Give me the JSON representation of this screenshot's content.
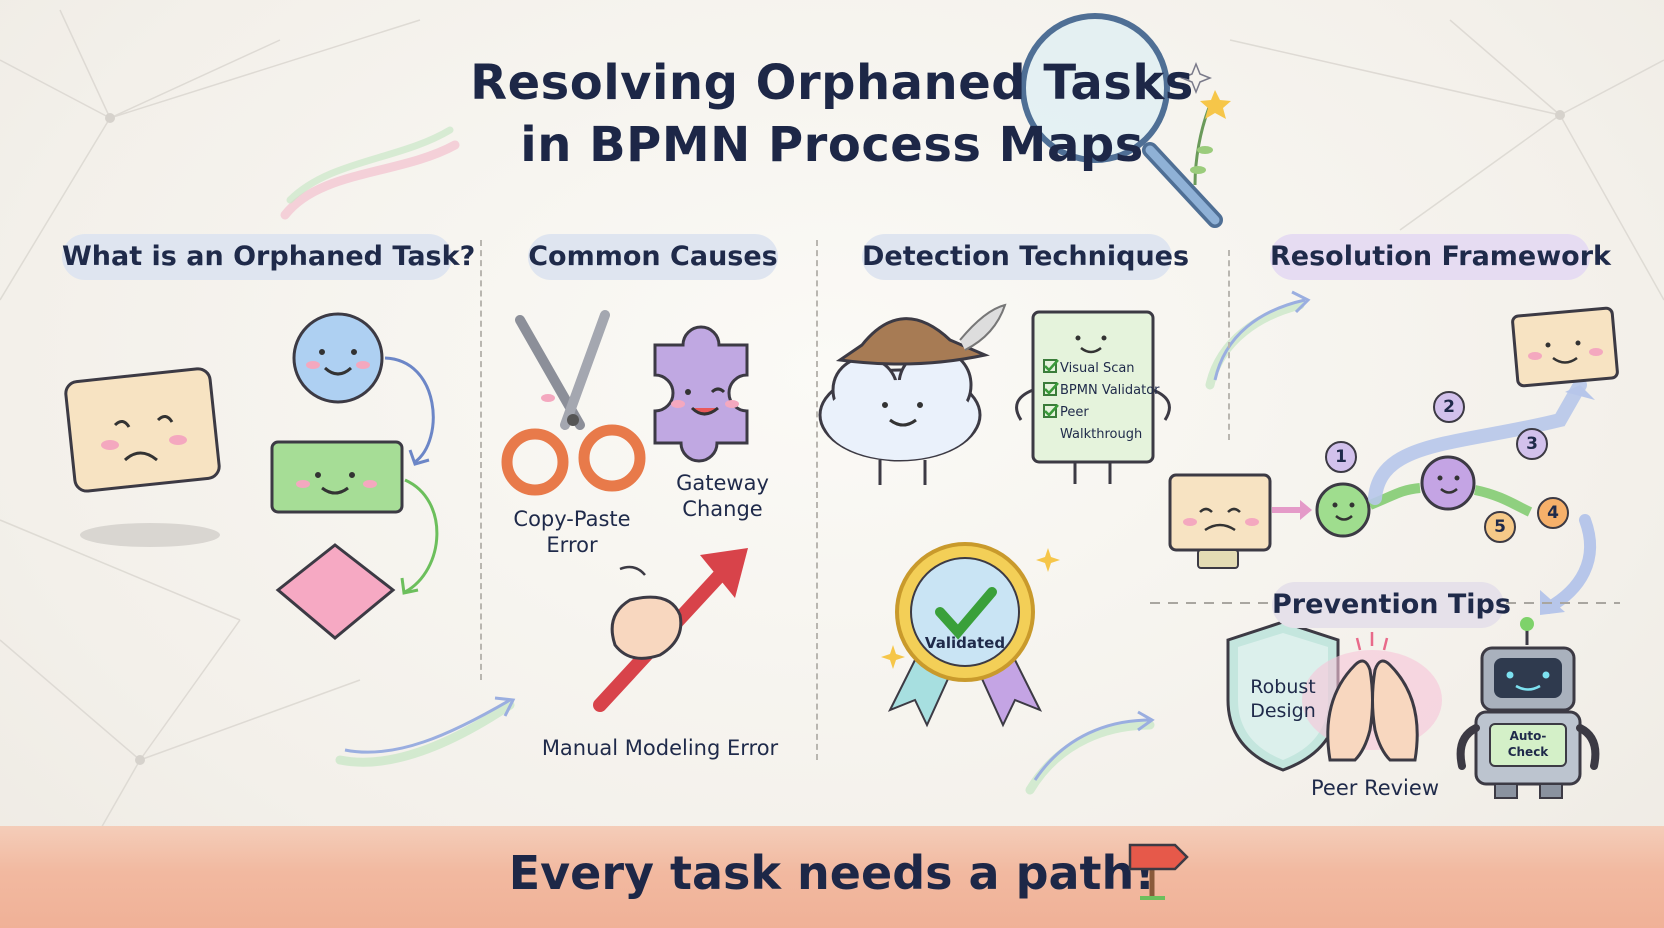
{
  "title": {
    "line1": "Resolving Orphaned Tasks",
    "line2": "in BPMN Process Maps"
  },
  "sections": {
    "what": {
      "heading": "What is an Orphaned Task?"
    },
    "causes": {
      "heading": "Common Causes",
      "items": [
        "Copy-Paste",
        "Error",
        "Gateway",
        "Change",
        "Manual Modeling Error"
      ]
    },
    "detection": {
      "heading": "Detection Techniques",
      "checklist": [
        "Visual Scan",
        "BPMN Validator",
        "Peer",
        "Walkthrough"
      ],
      "badge": "Validated"
    },
    "resolution": {
      "heading": "Resolution Framework",
      "steps": [
        "1",
        "2",
        "3",
        "4",
        "5"
      ]
    },
    "prevention": {
      "heading": "Prevention Tips",
      "shield": [
        "Robust",
        "Design"
      ],
      "peer": "Peer Review",
      "robot": [
        "Auto-",
        "Check"
      ]
    }
  },
  "footer": {
    "text": "Every task needs a path!"
  },
  "colors": {
    "navy": "#1d2747",
    "blue_pill": "#dbe3f2",
    "purple_pill": "#e4d9f1",
    "footer": "#f2b9a0",
    "task_face": "#f7e3c2",
    "green": "#9fdd8e",
    "pink": "#f4a8bf"
  }
}
